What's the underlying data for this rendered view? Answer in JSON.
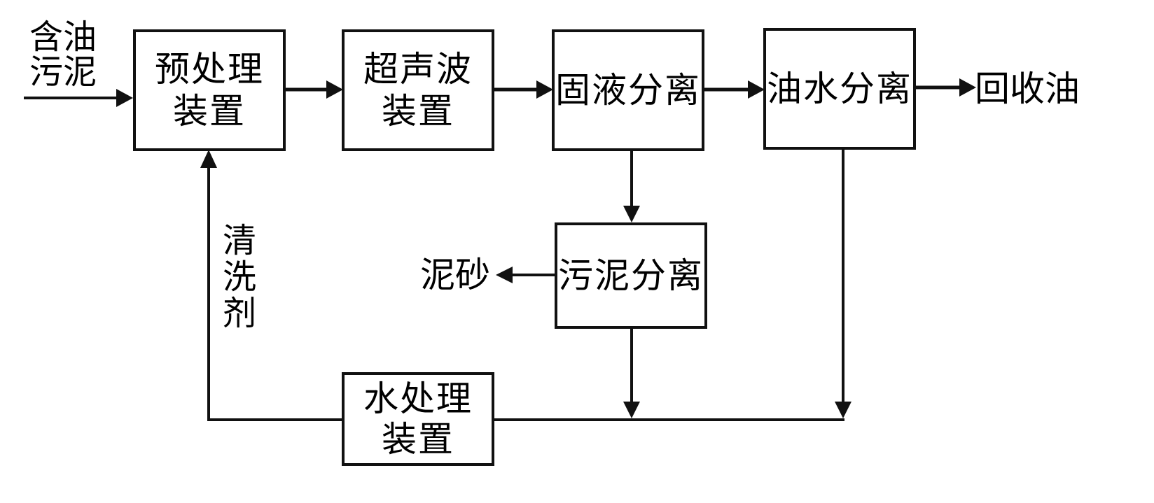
{
  "input_label": {
    "line1": "含油",
    "line2": "污泥"
  },
  "boxes": {
    "pretreatment": {
      "line1": "预处理",
      "line2": "装置"
    },
    "ultrasonic": {
      "line1": "超声波",
      "line2": "装置"
    },
    "solid_liquid": {
      "line1": "固液分离"
    },
    "oil_water": {
      "line1": "油水分离"
    },
    "sludge_separation": {
      "line1": "污泥分离"
    },
    "water_treatment": {
      "line1": "水处理",
      "line2": "装置"
    }
  },
  "outputs": {
    "recovered_oil": "回收油",
    "mud_sand": "泥砂"
  },
  "recycle_label": {
    "chars": [
      "清",
      "洗",
      "剂"
    ]
  },
  "colors": {
    "stroke": "#111111",
    "background": "#ffffff"
  }
}
